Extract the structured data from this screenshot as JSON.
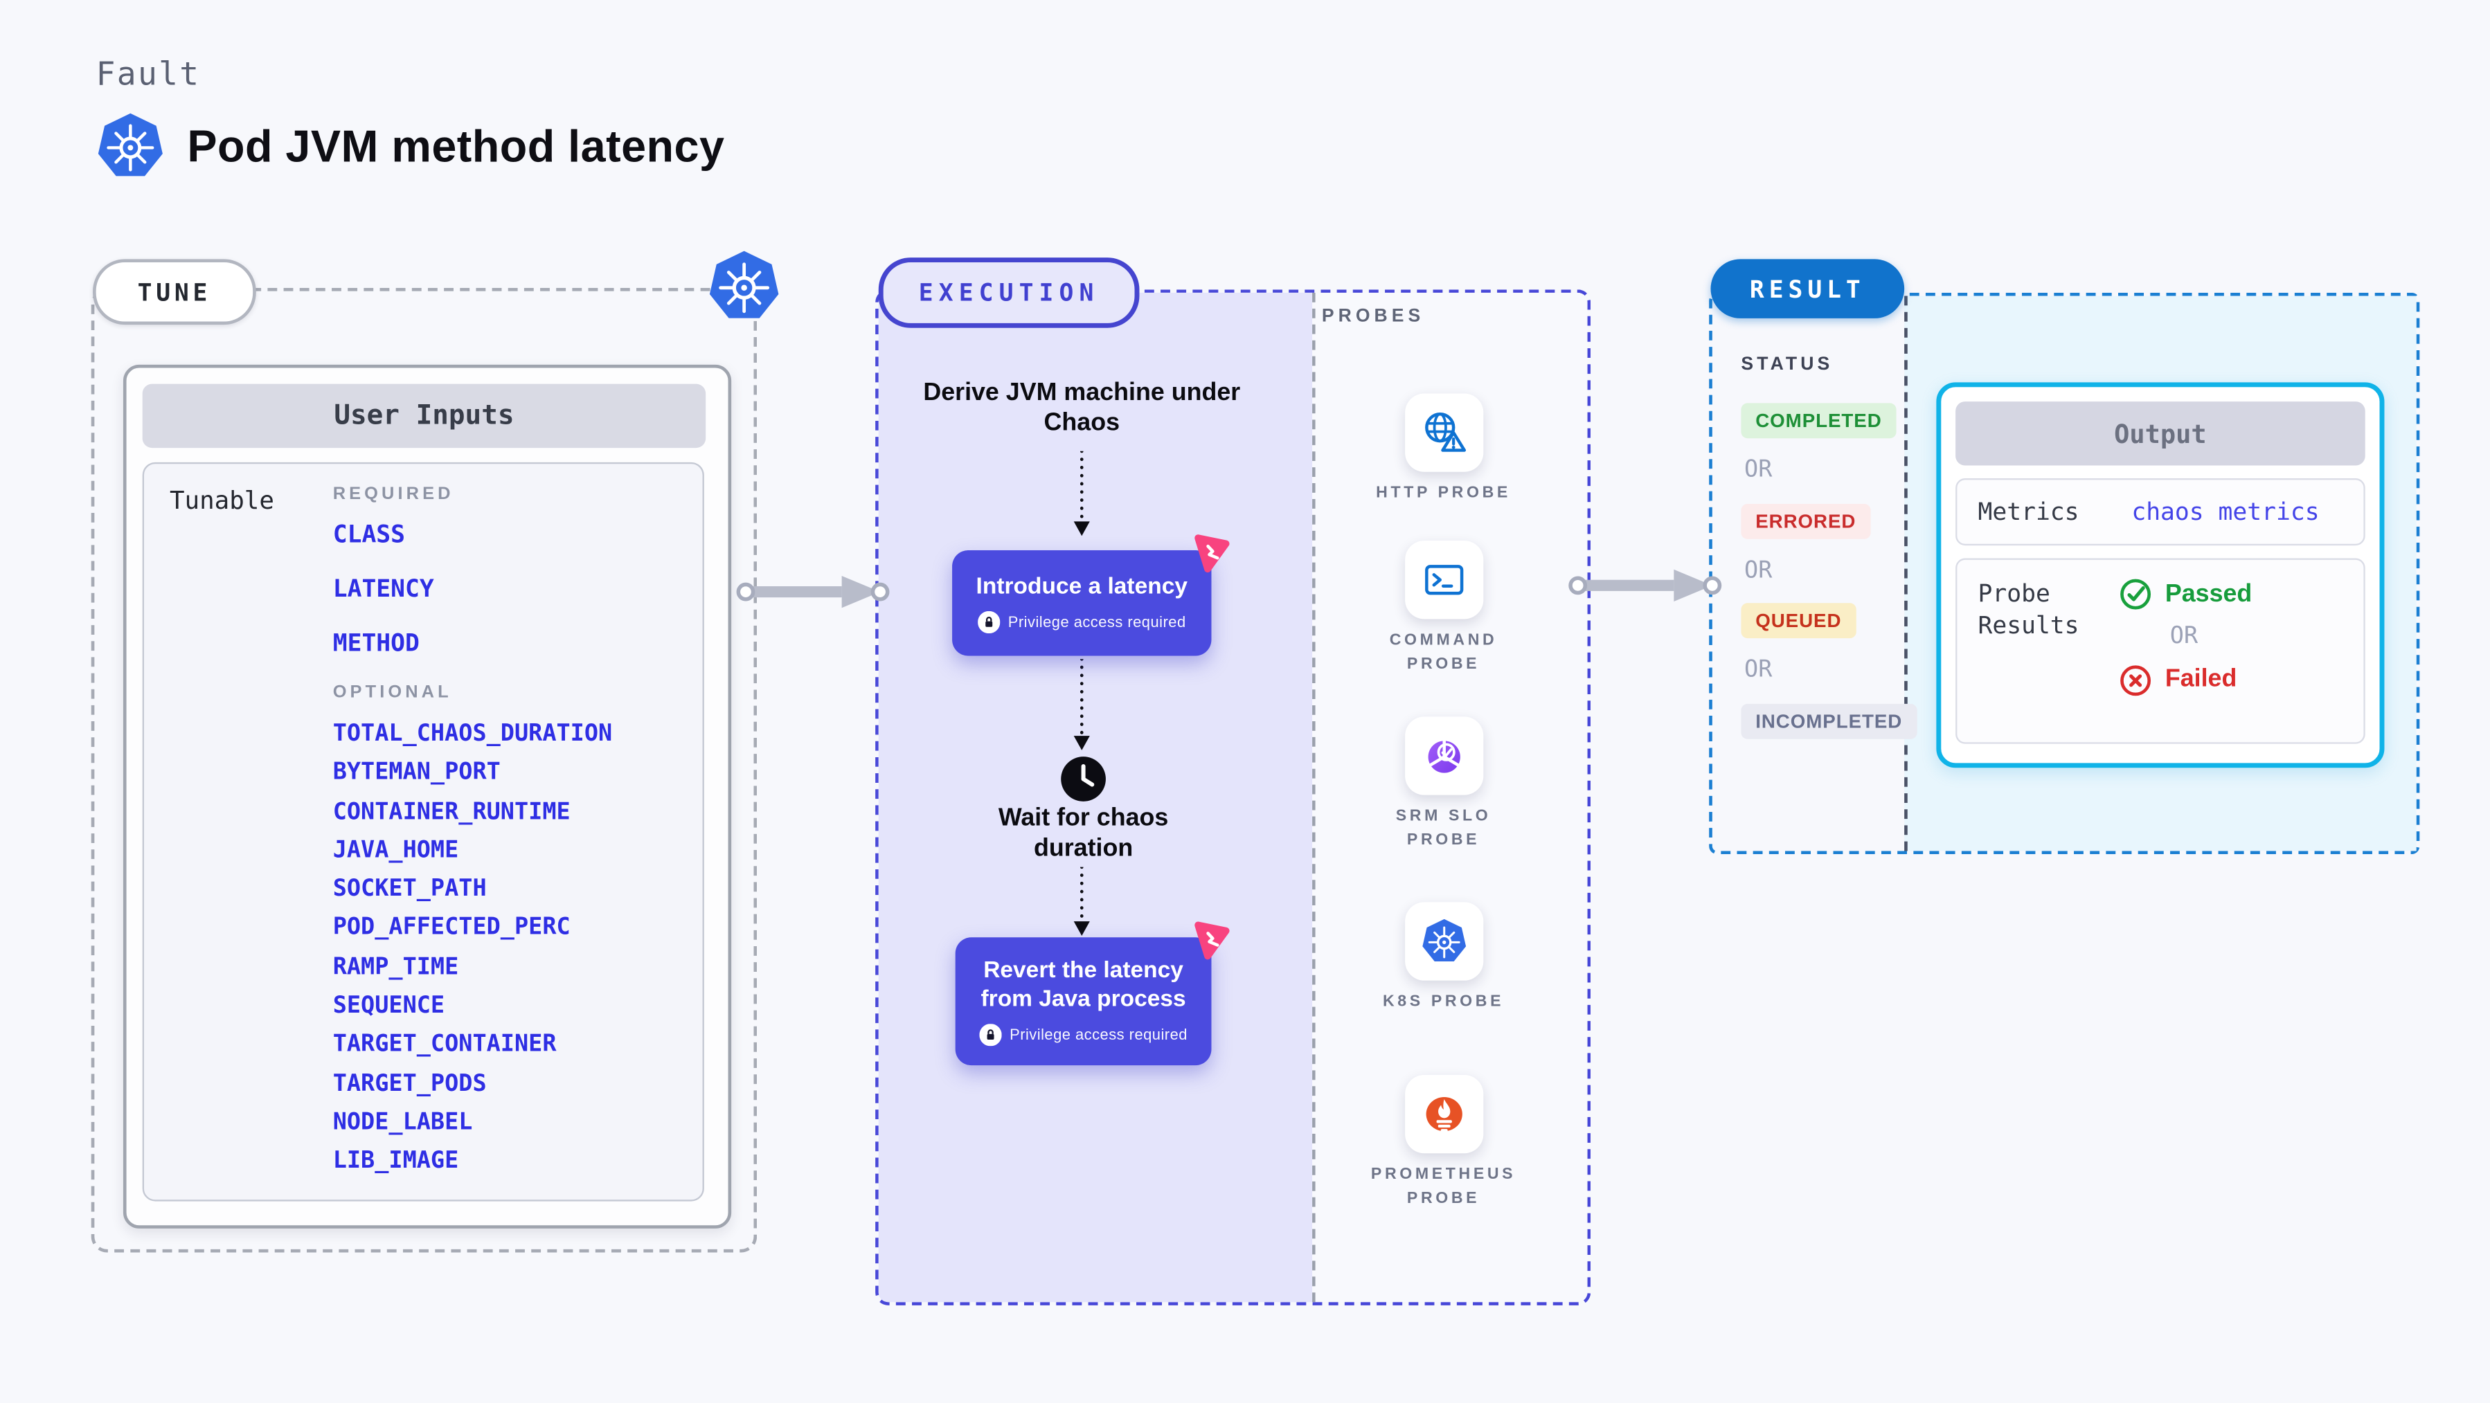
{
  "page": {
    "kicker": "Fault",
    "title": "Pod JVM method latency"
  },
  "tune": {
    "label": "TUNE",
    "card_title": "User Inputs",
    "row_label": "Tunable",
    "required_label": "REQUIRED",
    "optional_label": "OPTIONAL",
    "required": [
      "CLASS",
      "LATENCY",
      "METHOD"
    ],
    "optional": [
      "TOTAL_CHAOS_DURATION",
      "BYTEMAN_PORT",
      "CONTAINER_RUNTIME",
      "JAVA_HOME",
      "SOCKET_PATH",
      "POD_AFFECTED_PERC",
      "RAMP_TIME",
      "SEQUENCE",
      "TARGET_CONTAINER",
      "TARGET_PODS",
      "NODE_LABEL",
      "LIB_IMAGE"
    ]
  },
  "execution": {
    "label": "EXECUTION",
    "derive": "Derive JVM machine under Chaos",
    "introduce": "Introduce a latency",
    "wait": "Wait for chaos duration",
    "revert": "Revert the latency from Java process",
    "privilege": "Privilege access required"
  },
  "probes": {
    "label": "PROBES",
    "items": [
      {
        "label": "HTTP PROBE",
        "icon": "http-probe-icon"
      },
      {
        "label": "COMMAND PROBE",
        "icon": "command-probe-icon"
      },
      {
        "label": "SRM SLO PROBE",
        "icon": "srm-slo-probe-icon"
      },
      {
        "label": "K8S PROBE",
        "icon": "k8s-probe-icon"
      },
      {
        "label": "PROMETHEUS PROBE",
        "icon": "prometheus-probe-icon"
      }
    ]
  },
  "result": {
    "label": "RESULT",
    "status_label": "STATUS",
    "or": "OR",
    "statuses": [
      {
        "label": "COMPLETED",
        "color": "#1d8f36",
        "background": "#ddf3dd"
      },
      {
        "label": "ERRORED",
        "color": "#c92c2c",
        "background": "#fcebeb"
      },
      {
        "label": "QUEUED",
        "color": "#c5311c",
        "background": "#faeec6"
      },
      {
        "label": "INCOMPLETED",
        "color": "#68708e",
        "background": "#e9eaf2"
      }
    ],
    "output": {
      "title": "Output",
      "metrics_label": "Metrics",
      "metrics_value": "chaos metrics",
      "probe_results_label": "Probe Results",
      "passed": "Passed",
      "failed": "Failed"
    }
  },
  "colors": {
    "kubernetes_blue": "#326ce5",
    "accent_indigo": "#4b4bdf",
    "execution_border": "#4747d8",
    "litmus_pink": "#f8437f",
    "result_blue": "#1173cc",
    "output_border_cyan": "#10b3e8",
    "param_link_blue": "#2e2ee4",
    "probe_icon_blue": "#0e72d2",
    "slo_purple": "#8b5cf6",
    "prometheus_orange": "#e75225",
    "passed_green": "#179c3c",
    "failed_red": "#da2c2c"
  }
}
